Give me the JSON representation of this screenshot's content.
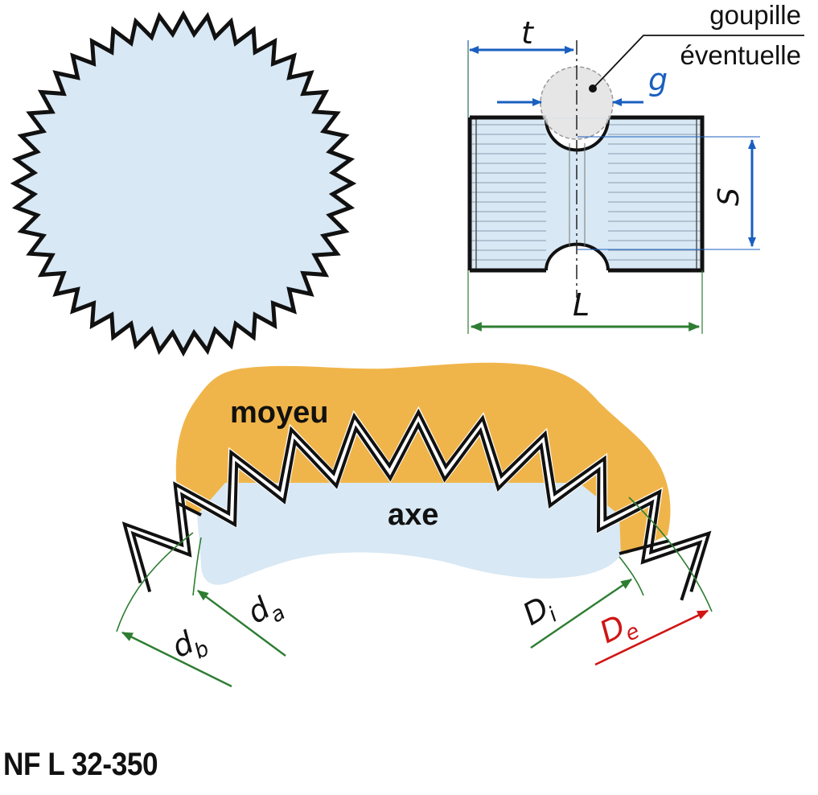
{
  "labels": {
    "pin": [
      "goupille",
      "éventuelle"
    ],
    "t": "t",
    "g": "g",
    "S": "S",
    "L": "L",
    "hub": "moyeu",
    "shaft": "axe",
    "da_main": "d",
    "da_sub": "a",
    "db_main": "d",
    "db_sub": "b",
    "Di_main": "D",
    "Di_sub": "i",
    "De_main": "D",
    "De_sub": "e"
  },
  "standard": "NF L 32-350",
  "colors": {
    "outline": "#111111",
    "fill_light_blue": "#d8e8f4",
    "hub_orange": "#f0b54a",
    "dim_blue": "#1a5fc0",
    "dim_green": "#2e7d32",
    "dim_red": "#d01515",
    "pin_grey": "#e2e2e2"
  }
}
